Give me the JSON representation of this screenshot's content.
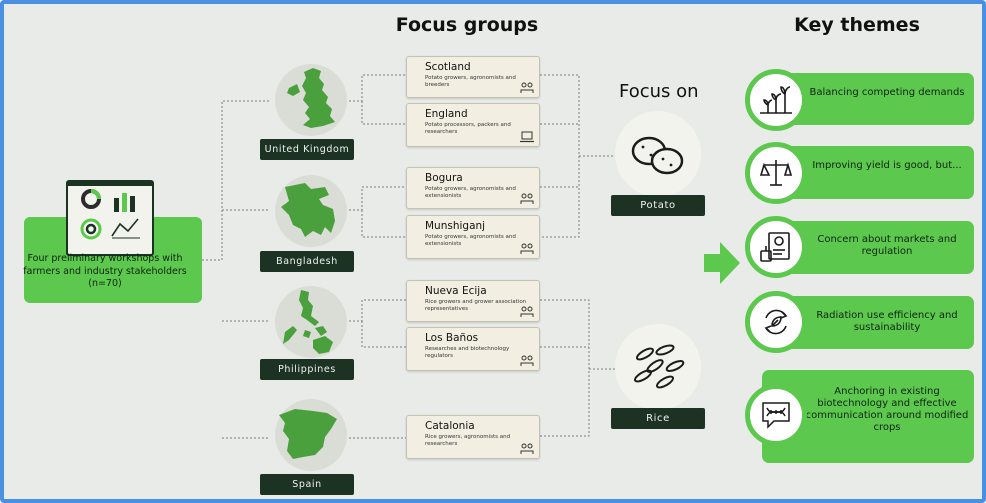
{
  "headings": {
    "focus_groups": "Focus groups",
    "key_themes": "Key themes",
    "focus_on": "Focus on"
  },
  "workshop": {
    "text": "Four preliminary workshops with farmers and industry stakeholders (n=70)"
  },
  "countries": [
    {
      "name": "United Kingdom"
    },
    {
      "name": "Bangladesh"
    },
    {
      "name": "Philippines"
    },
    {
      "name": "Spain"
    }
  ],
  "groups": [
    {
      "name": "Scotland",
      "desc": "Potato growers, agronomists and breeders"
    },
    {
      "name": "England",
      "desc": "Potato processors, packers and researchers"
    },
    {
      "name": "Bogura",
      "desc": "Potato growers, agronomists and extensionists"
    },
    {
      "name": "Munshiganj",
      "desc": "Potato growers, agronomists and extensionists"
    },
    {
      "name": "Nueva Ecija",
      "desc": "Rice growers and grower association representatives"
    },
    {
      "name": "Los Baños",
      "desc": "Researches and biotechnology regulators"
    },
    {
      "name": "Catalonia",
      "desc": "Rice growers, agronomists and researchers"
    }
  ],
  "crops": [
    {
      "name": "Potato",
      "icon": "potato-icon"
    },
    {
      "name": "Rice",
      "icon": "rice-grains-icon"
    }
  ],
  "themes": [
    {
      "text": "Balancing competing demands",
      "icon": "sprouts-icon"
    },
    {
      "text": "Improving yield is good, but...",
      "icon": "scales-icon"
    },
    {
      "text": "Concern about markets and regulation",
      "icon": "certificate-icon"
    },
    {
      "text": "Radiation use efficiency and sustainability",
      "icon": "cycle-leaf-icon"
    },
    {
      "text": "Anchoring in existing biotechnology and effective communication around modified crops",
      "icon": "dna-speech-icon"
    }
  ],
  "colors": {
    "green": "#5cc84e",
    "dark": "#1c3324",
    "frame": "#4a90e2"
  }
}
